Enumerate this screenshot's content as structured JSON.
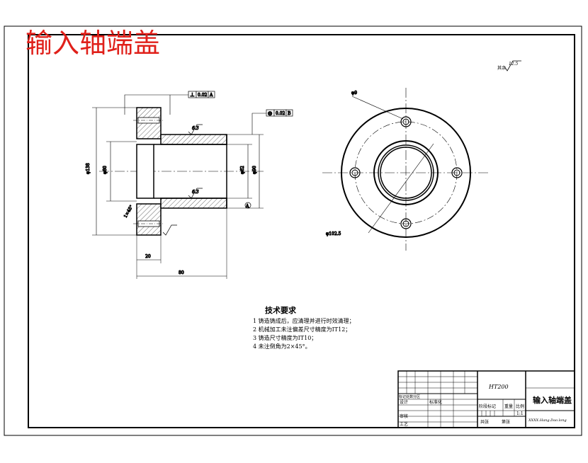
{
  "drawing": {
    "title_overlay": "输入轴端盖",
    "roughness_note": "其余",
    "roughness_value": "12.5",
    "datum_letter": "A",
    "tolerance_1": {
      "symbol": "⊥",
      "value": "0.02",
      "datum": "A"
    },
    "tolerance_2": {
      "symbol": "◎",
      "value": "0.02",
      "datum": "B"
    },
    "surface_value": "6.3",
    "dims": {
      "outer_dia": "φ138",
      "spigot_dia": "φ80",
      "bore_dia": "φ62",
      "hub_dia": "φ90",
      "flange_thk": "20",
      "total_len": "80",
      "chamfer_note": "1×45°",
      "hole_dia": "φ9",
      "pcd": "φ102.5"
    }
  },
  "tech_requirements": {
    "heading": "技术要求",
    "items": [
      "1 铸造铸成后，应清理并进行时效清理；",
      "2 机械加工未注偏差尺寸精度为IT12；",
      "3 铸造尺寸精度为IT10；",
      "4 未注倒角为2×45°。"
    ]
  },
  "title_block": {
    "material": "HT200",
    "part_name": "输入轴端盖",
    "rev_label": "标记处数分区",
    "designer_label": "设计",
    "standard_label": "标准化",
    "review_label": "审核",
    "process_label": "工艺",
    "stage_label": "阶段标记",
    "weight_label": "重量",
    "scale_label": "比例",
    "scale_value": "1:1",
    "sheets_total": "共张",
    "sheet_no": "第张",
    "company": "XXXX.Hang.Dao.long"
  }
}
